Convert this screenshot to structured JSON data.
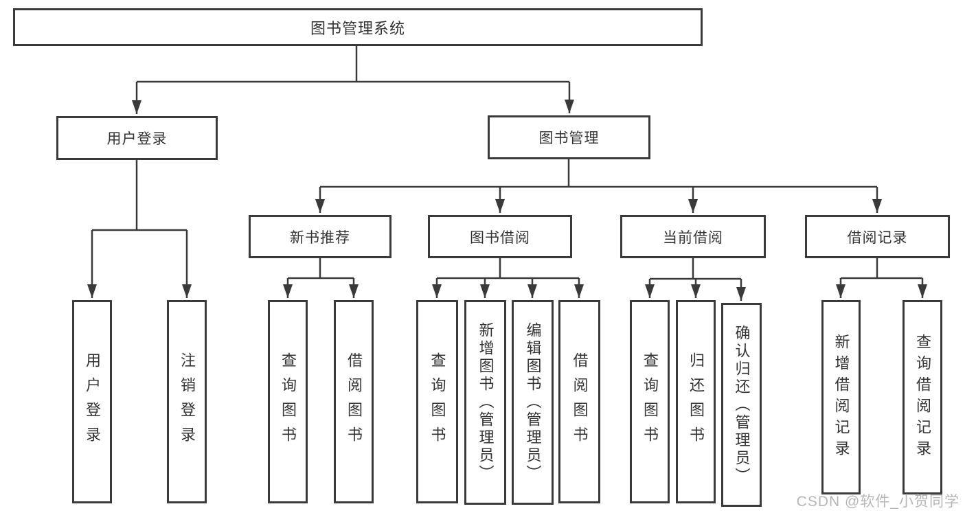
{
  "watermark": "CSDN @软件_小贺同学",
  "colors": {
    "line": "#3a3a3a",
    "text": "#333333",
    "background": "#ffffff",
    "watermark": "#b6b6b6"
  },
  "tree": {
    "root": {
      "label": "图书管理系统"
    },
    "branches": [
      {
        "label": "用户登录",
        "children": [
          {
            "label": "用户登录"
          },
          {
            "label": "注销登录"
          }
        ]
      },
      {
        "label": "图书管理",
        "children": [
          {
            "label": "新书推荐",
            "children": [
              {
                "label": "查询图书"
              },
              {
                "label": "借阅图书"
              }
            ]
          },
          {
            "label": "图书借阅",
            "children": [
              {
                "label": "查询图书"
              },
              {
                "label": "新增图书（管理员）"
              },
              {
                "label": "编辑图书（管理员）"
              },
              {
                "label": "借阅图书"
              }
            ]
          },
          {
            "label": "当前借阅",
            "children": [
              {
                "label": "查询图书"
              },
              {
                "label": "归还图书"
              },
              {
                "label": "确认归还（管理员）"
              }
            ]
          },
          {
            "label": "借阅记录",
            "children": [
              {
                "label": "新增借阅记录"
              },
              {
                "label": "查询借阅记录"
              }
            ]
          }
        ]
      }
    ]
  }
}
